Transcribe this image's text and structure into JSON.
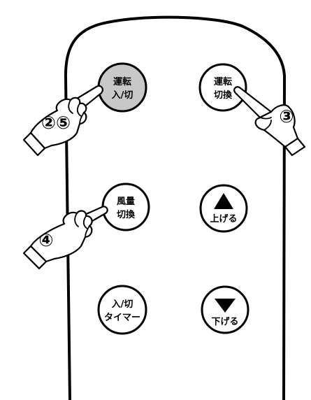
{
  "colors": {
    "outline": "#000000",
    "button_fill": "#ffffff",
    "active_button_fill": "#c8c8c8",
    "background": "#ffffff"
  },
  "buttons": {
    "run_on_off": {
      "line1": "運転",
      "line2": "入/切",
      "active": true
    },
    "run_switch": {
      "line1": "運転",
      "line2": "切換",
      "active": false
    },
    "fan_speed": {
      "line1": "風量",
      "line2": "切換",
      "active": false
    },
    "raise": {
      "icon": "triangle-up-icon",
      "label": "上げる",
      "active": false
    },
    "timer": {
      "line1": "入/切",
      "line2": "タイマー",
      "active": false
    },
    "lower": {
      "icon": "triangle-down-icon",
      "label": "下げる",
      "active": false
    }
  },
  "steps": {
    "run_on_off": "②⑤",
    "run_switch": "③",
    "fan_speed": "④"
  }
}
